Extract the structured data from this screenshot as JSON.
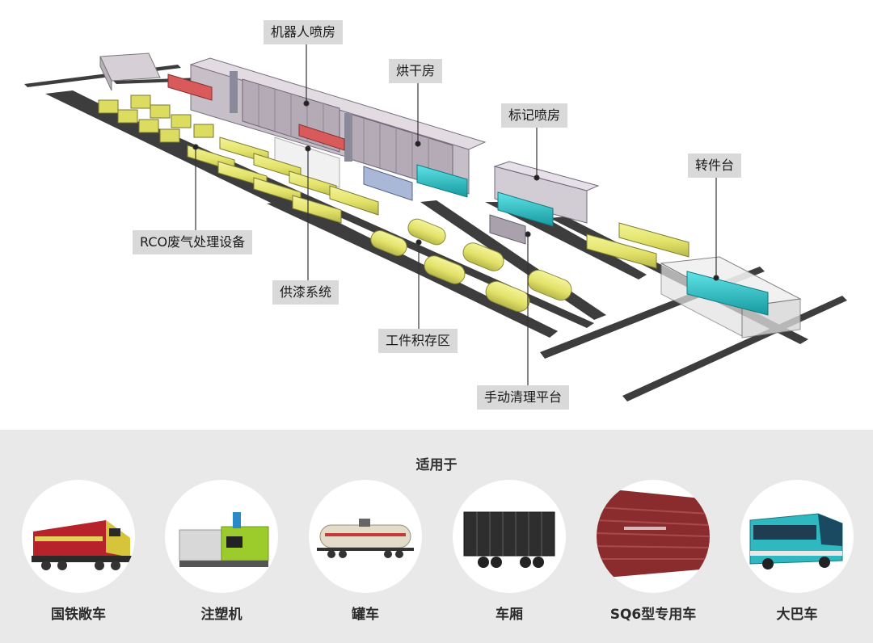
{
  "diagram": {
    "callouts": {
      "robot_spray_booth": "机器人喷房",
      "drying_room": "烘干房",
      "marking_spray_booth": "标记喷房",
      "transfer_table": "转件台",
      "rco_exhaust_treatment": "RCO废气处理设备",
      "paint_supply_system": "供漆系统",
      "workpiece_storage_area": "工件积存区",
      "manual_cleaning_platform": "手动清理平台"
    }
  },
  "applications": {
    "title": "适用于",
    "items": [
      {
        "label": "国铁敞车",
        "icon": "locomotive-icon"
      },
      {
        "label": "注塑机",
        "icon": "injection-molding-machine-icon"
      },
      {
        "label": "罐车",
        "icon": "tank-wagon-icon"
      },
      {
        "label": "车厢",
        "icon": "freight-car-icon"
      },
      {
        "label": "SQ6型专用车",
        "icon": "sq6-car-body-icon"
      },
      {
        "label": "大巴车",
        "icon": "bus-icon"
      }
    ]
  },
  "colors": {
    "track": "#3a3a3a",
    "workpiece_yellow": "#ecec7a",
    "booth_wall": "#c9c0c8",
    "highlight_cyan": "#22c6cc",
    "highlight_red": "#d85a5a",
    "callout_bg": "#d9d9d9",
    "panel_bg": "#e9e9e9"
  }
}
